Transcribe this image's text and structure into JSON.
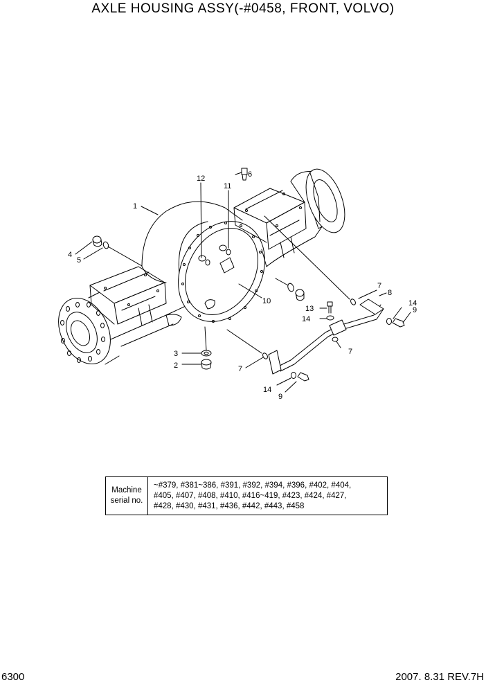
{
  "title": "AXLE HOUSING ASSY(-#0458, FRONT, VOLVO)",
  "callouts": [
    {
      "id": "c1",
      "text": "1"
    },
    {
      "id": "c2",
      "text": "2"
    },
    {
      "id": "c3",
      "text": "3"
    },
    {
      "id": "c4",
      "text": "4"
    },
    {
      "id": "c5",
      "text": "5"
    },
    {
      "id": "c6",
      "text": "6"
    },
    {
      "id": "c7a",
      "text": "7"
    },
    {
      "id": "c7b",
      "text": "7"
    },
    {
      "id": "c7c",
      "text": "7"
    },
    {
      "id": "c8",
      "text": "8"
    },
    {
      "id": "c9a",
      "text": "9"
    },
    {
      "id": "c9b",
      "text": "9"
    },
    {
      "id": "c10",
      "text": "10"
    },
    {
      "id": "c11",
      "text": "11"
    },
    {
      "id": "c12",
      "text": "12"
    },
    {
      "id": "c13",
      "text": "13"
    },
    {
      "id": "c14a",
      "text": "14"
    },
    {
      "id": "c14b",
      "text": "14"
    },
    {
      "id": "c14c",
      "text": "14"
    }
  ],
  "serial_table": {
    "header": "Machine\nserial no.",
    "value": "~#379, #381~386, #391, #392, #394, #396, #402, #404,\n  #405, #407, #408, #410, #416~419, #423, #424, #427,\n  #428, #430, #431, #436, #442, #443, #458"
  },
  "footer": {
    "page": "6300",
    "revision": "2007. 8.31  REV.7H"
  }
}
